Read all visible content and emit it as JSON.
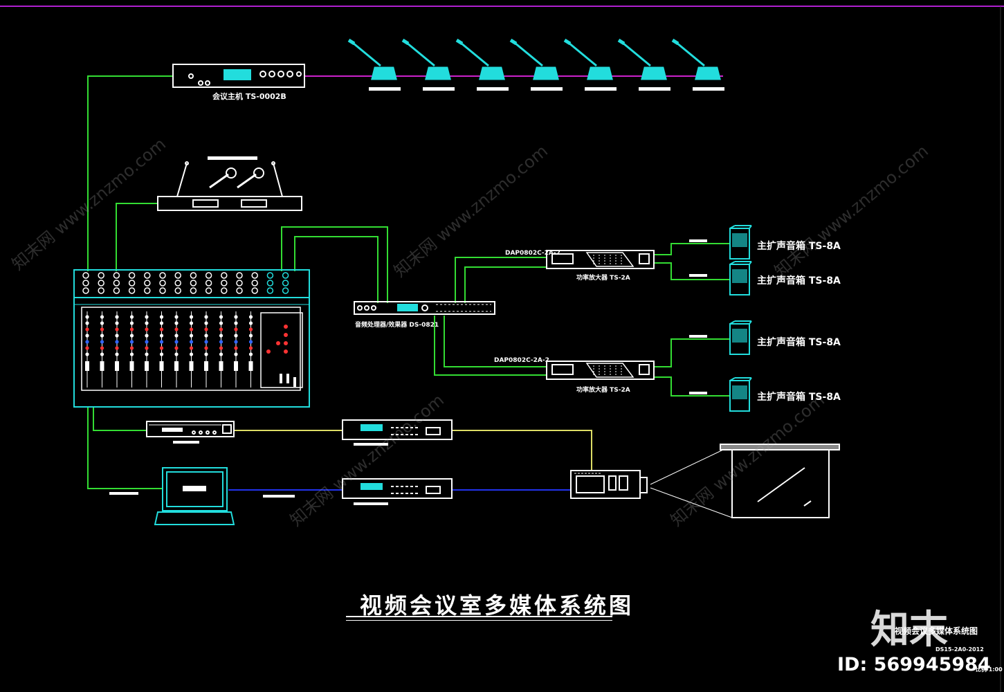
{
  "diagram": {
    "title": "视频会议室多媒体系统图",
    "conference_host_label": "会议主机 TS-0002B",
    "processor_label": "音频处理器/效果器 DS-0821",
    "amp1_signal_label": "DAP0802C-2A-2",
    "amp1_label": "功率放大器 TS-2A",
    "amp2_signal_label": "DAP0802C-2A-2",
    "amp2_label": "功率放大器 TS-2A",
    "speaker_labels": [
      "主扩声音箱 TS-8A",
      "主扩声音箱 TS-8A",
      "主扩声音箱 TS-8A",
      "主扩声音箱 TS-8A"
    ],
    "title_block": {
      "title": "视频会议多媒体系统图",
      "code": "DS15-2A0-2012",
      "scale": "比例 1:00"
    }
  },
  "watermark": {
    "logo": "知末",
    "id": "ID: 569945984",
    "site_text": "知末网 www.znzmo.com"
  },
  "colors": {
    "background": "#000000",
    "border": "#b020d0",
    "cable_green": "#33dd33",
    "cable_magenta": "#cc22cc",
    "cable_yellow": "#dddd66",
    "cable_blue": "#2233ee",
    "device_cyan": "#22dddd",
    "device_white": "#ffffff"
  },
  "icons": [
    "gooseneck-microphone-icon",
    "wireless-microphone-icon",
    "speaker-icon",
    "projector-icon",
    "laptop-icon",
    "projection-screen-icon"
  ]
}
